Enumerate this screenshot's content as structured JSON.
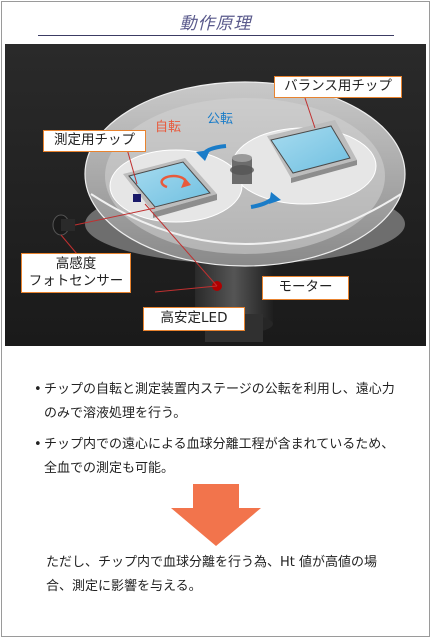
{
  "title": "動作原理",
  "labels": {
    "balance_chip": "バランス用チップ",
    "measure_chip": "測定用チップ",
    "rotation": "自転",
    "revolution": "公転",
    "sensor_line1": "高感度",
    "sensor_line2": "フォトセンサー",
    "motor": "モーター",
    "led": "高安定LED"
  },
  "bullets": [
    {
      "marker": "•",
      "text": "チップの自転と測定装置内ステージの公転を利用し、遠心力のみで溶液処理を行う。"
    },
    {
      "marker": "•",
      "text": "チップ内での遠心による血球分離工程が含まれているため、全血での測定も可能。"
    }
  ],
  "note": "ただし、チップ内で血球分離を行う為、Ht 値が高値の場合、測定に影響を与える。",
  "colors": {
    "callout_border": "#e8832f",
    "rotation_text": "#e85a3c",
    "revolution_text": "#1a7cc8",
    "arrow": "#f2744c",
    "title": "#5a5a8c"
  }
}
